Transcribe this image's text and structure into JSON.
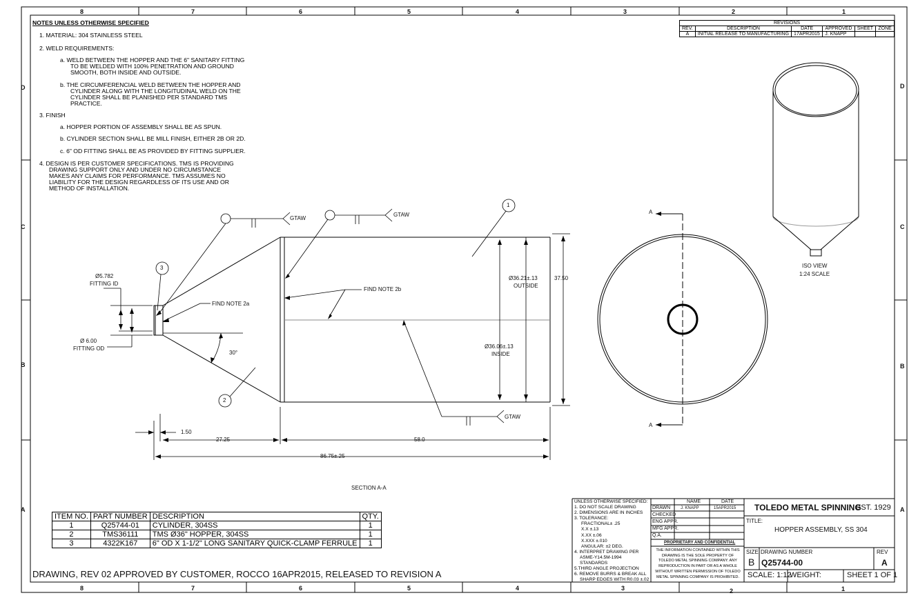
{
  "zones": {
    "cols_top": [
      "8",
      "7",
      "6",
      "5",
      "4",
      "3",
      "2",
      "1"
    ],
    "cols_bottom": [
      "8",
      "7",
      "6",
      "5",
      "4",
      "3",
      "2",
      "1"
    ],
    "rows_left": [
      "D",
      "C",
      "B",
      "A"
    ],
    "rows_right": [
      "D",
      "C",
      "B",
      "A"
    ]
  },
  "notes": {
    "heading": "NOTES UNLESS OTHERWISE SPECIFIED",
    "n1": "1.   MATERIAL: 304 STAINLESS STEEL",
    "n2": "2.   WELD REQUIREMENTS:",
    "n2a": [
      "a.   WELD BETWEEN THE HOPPER AND THE 6\" SANITARY FITTING",
      "TO BE WELDED WITH 100% PENETRATION AND GROUND",
      "SMOOTH, BOTH INSIDE AND OUTSIDE."
    ],
    "n2b": [
      "b.   THE CIRCUMFERENCIAL WELD BETWEEN THE HOPPER AND",
      "CYLINDER ALONG WITH THE LONGITUDINAL WELD ON THE",
      "CYLINDER SHALL BE PLANISHED PER STANDARD TMS",
      "PRACTICE."
    ],
    "n3": "3.   FINISH",
    "n3a": "a.   HOPPER PORTION OF ASSEMBLY SHALL BE AS SPUN.",
    "n3b": "b.   CYLINDER SECTION SHALL BE MILL FINISH, EITHER 2B OR 2D.",
    "n3c": "c.   6\" OD FITTING SHALL BE AS PROVIDED BY FITTING SUPPLIER.",
    "n4": [
      "4.   DESIGN IS PER CUSTOMER SPECIFICATIONS.  TMS IS PROVIDING",
      "DRAWING SUPPORT ONLY AND UNDER NO CIRCUMSTANCE",
      "MAKES ANY CLAIMS FOR PERFORMANCE.  TMS ASSUMES NO",
      "LIABILITY FOR THE DESIGN REGARDLESS OF ITS USE AND OR",
      "METHOD OF INSTALLATION."
    ]
  },
  "revisions": {
    "title": "REVISIONS",
    "headers": [
      "REV.",
      "DESCRIPTION",
      "DATE",
      "APPROVED",
      "SHEET",
      "ZONE"
    ],
    "rows": [
      [
        "A",
        "INITIAL RELEASE TO MANUFACTURING",
        "17APR2015",
        "J. KNAPP",
        "",
        ""
      ]
    ]
  },
  "section": {
    "label": "SECTION A-A",
    "gtaw": [
      "GTAW",
      "GTAW",
      "GTAW"
    ],
    "find2a": "FIND NOTE 2a",
    "find2b": "FIND NOTE 2b",
    "fitting_id_val": "Ø5.782",
    "fitting_id_lbl": "FITTING ID",
    "fitting_od_val": "Ø 6.00",
    "fitting_od_lbl": "FITTING OD",
    "angle": "30°",
    "outside_val": "Ø36.21±.13",
    "outside_lbl": "OUTSIDE",
    "inside_val": "Ø36.06±.13",
    "inside_lbl": "INSIDE",
    "height": "37.50",
    "d150": "1.50",
    "d2725": "27.25",
    "d580": "58.0",
    "d8675": "86.75±.25",
    "balloons": [
      "1",
      "2",
      "3"
    ]
  },
  "end_view": {
    "a_top": "A",
    "a_bottom": "A"
  },
  "iso": {
    "title": "ISO VIEW",
    "scale": "1:24 SCALE"
  },
  "bom": {
    "headers": [
      "ITEM NO.",
      "PART NUMBER",
      "DESCRIPTION",
      "QTY."
    ],
    "rows": [
      [
        "1",
        "Q25744-01",
        "CYLINDER, 304SS",
        "1"
      ],
      [
        "2",
        "TMS36111",
        "TMS  Ø36\" HOPPER, 304SS",
        "1"
      ],
      [
        "3",
        "4322K167",
        "6\" OD X 1-1/2\" LONG SANITARY QUICK-CLAMP FERRULE",
        "1"
      ]
    ]
  },
  "approval_note": "DRAWING, REV 02 APPROVED BY CUSTOMER, ROCCO 16APR2015, RELEASED TO REVISION A",
  "title_block": {
    "spec_lines": [
      "UNLESS OTHERWISE SPECIFIED:",
      "1. DO NOT SCALE DRAWING",
      "2. DIMENSIONS ARE IN INCHES",
      "3. TOLERANCE:",
      "    FRACTIONAL± .25",
      "    X.X      ±.13",
      "    X.XX     ±.06",
      "    X.XXX    ±.010",
      "    ANGULAR: ±2 DEG.",
      "4. INTERPRET DRAWING PER",
      "    ASME-Y14.5M-1994 STANDARDS",
      "5.THIRD ANGLE PROJECTION",
      "6. REMOVE BURRS & BREAK ALL",
      "    SHARP EDGES WITH R0.03 ±.02"
    ],
    "hdr_name": "NAME",
    "hdr_date": "DATE",
    "roles": [
      "DRAWN",
      "CHECKED",
      "ENG APPR.",
      "MFG APPR.",
      "Q.A."
    ],
    "drawn_name": "J. KNAPP",
    "drawn_date": "15APR2015",
    "prop_title": "PROPRIETARY AND CONFIDENTIAL",
    "prop_lines": [
      "THE INFORMATION CONTAINED WITHIN THIS",
      "DRAWING IS THE SOLE PROPERTY OF",
      "TOLEDO METAL SPINNING COMPANY.  ANY",
      "REPRODUCTION IN PART OR AS A WHOLE",
      "WITHOUT WRITTEN PERMISSION OF TOLEDO",
      "METAL SPINNING COMPANY IS PROHIBITED."
    ],
    "company": "TOLEDO METAL SPINNING",
    "est": "EST. 1929",
    "title_lbl": "TITLE:",
    "title_val": "HOPPER ASSEMBLY, SS 304",
    "size_lbl": "SIZE",
    "size_val": "B",
    "dwgno_lbl": "DRAWING NUMBER",
    "dwgno_val": "Q25744-00",
    "rev_lbl": "REV",
    "rev_val": "A",
    "scale": "SCALE: 1:12",
    "weight": "WEIGHT:",
    "sheet": "SHEET 1 OF 1"
  }
}
